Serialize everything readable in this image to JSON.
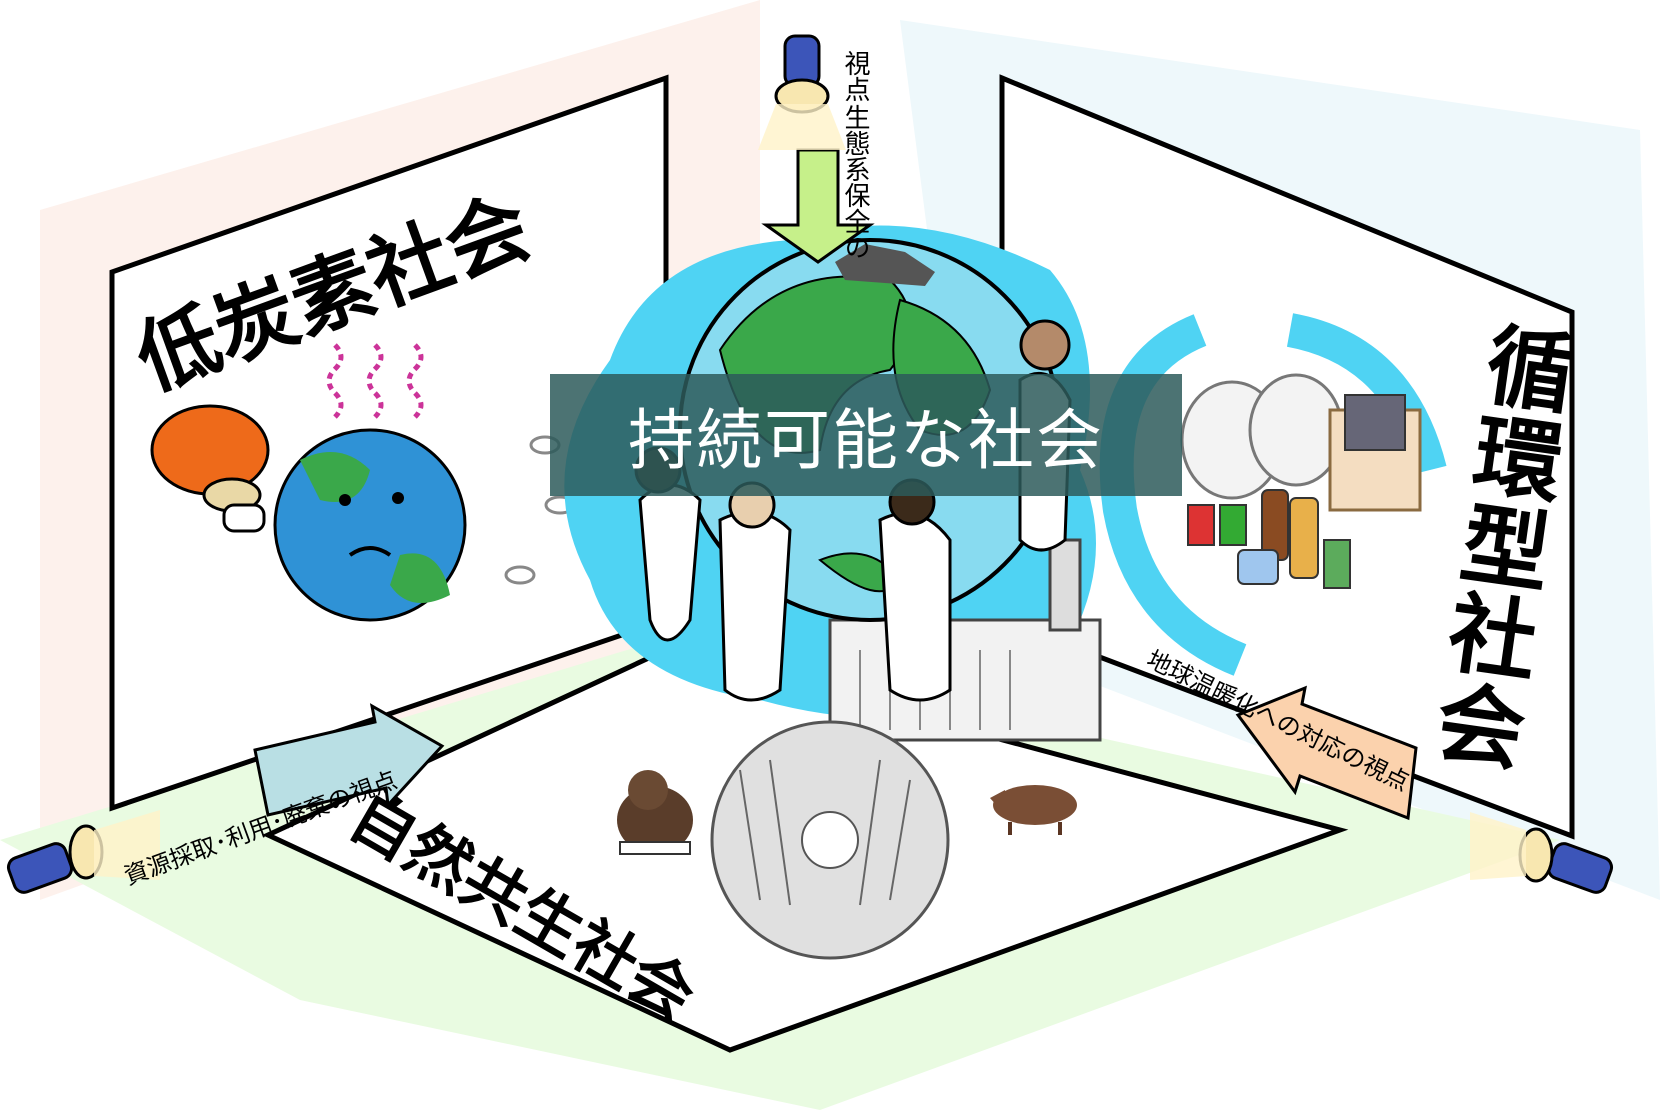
{
  "center": {
    "title": "持続可能な社会"
  },
  "panels": {
    "low_carbon": {
      "title": "低炭素社会"
    },
    "recycling": {
      "title_chars": [
        "循",
        "環",
        "型",
        "社",
        "会"
      ]
    },
    "nature": {
      "title": "自然共生社会"
    }
  },
  "perspectives": {
    "top": {
      "line1": "生態系保全の",
      "line2": "視点"
    },
    "left": {
      "text": "資源採取･利用･廃棄の視点"
    },
    "right": {
      "text": "地球温暖化への対応の視点"
    }
  },
  "colors": {
    "wall_left_tint": "#fdf1ec",
    "wall_right_tint": "#eef8fb",
    "floor_tint": "#e9fbe1",
    "center_label_bg": "#2d5a5a",
    "arrow_green": "#c6f08a",
    "arrow_blue": "#b9dfe4",
    "arrow_peach": "#fbd2ad",
    "cyan_recycle": "#4fd3f3",
    "flashlight_blue": "#3c55b9"
  }
}
